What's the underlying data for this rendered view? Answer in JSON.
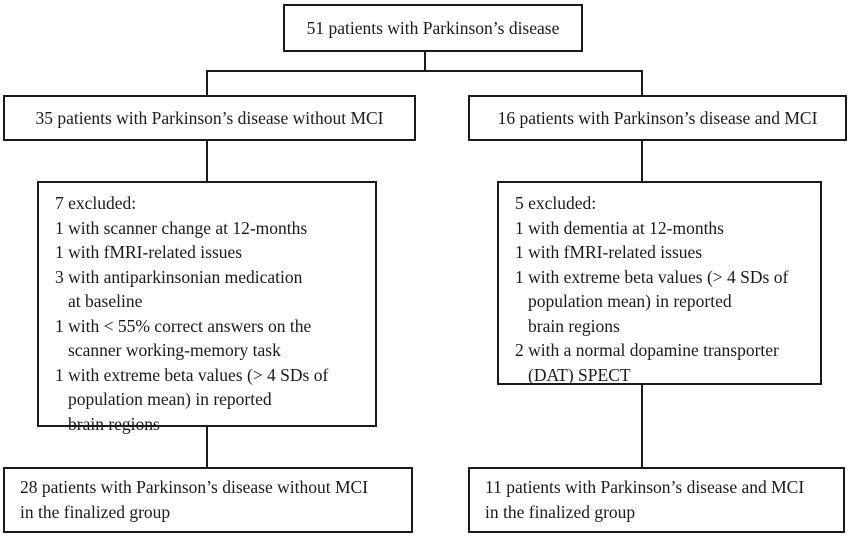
{
  "top": {
    "label": "51 patients with Parkinson’s disease"
  },
  "left": {
    "group": "35 patients with Parkinson’s disease without MCI",
    "excluded": {
      "heading": "7 excluded:",
      "lines": [
        "1 with scanner change at 12-months",
        "1 with fMRI-related issues",
        "3 with antiparkinsonian medication",
        "at baseline",
        "1 with < 55% correct answers on the",
        "scanner working-memory task",
        "1 with extreme beta values (> 4 SDs of",
        "population mean) in reported",
        "brain regions"
      ]
    },
    "final": [
      "28 patients with Parkinson’s disease without MCI",
      "in the finalized group"
    ]
  },
  "right": {
    "group": "16 patients with Parkinson’s disease and MCI",
    "excluded": {
      "heading": "5 excluded:",
      "lines": [
        "1 with dementia at 12-months",
        "1 with fMRI-related issues",
        "1 with extreme beta values (> 4 SDs of",
        "population mean) in reported",
        "brain regions",
        "2 with a normal dopamine transporter",
        "(DAT) SPECT"
      ]
    },
    "final": [
      "11 patients with Parkinson’s disease and MCI",
      "in the finalized group"
    ]
  }
}
